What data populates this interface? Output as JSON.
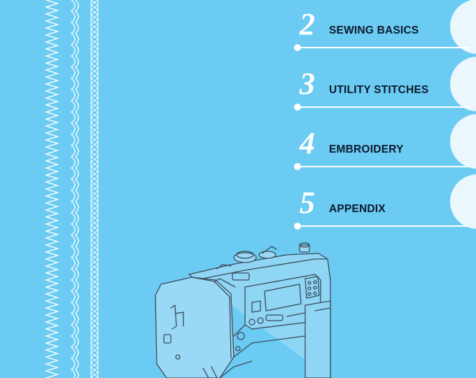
{
  "chapters": [
    {
      "number": "2",
      "title": "SEWING BASICS"
    },
    {
      "number": "3",
      "title": "UTILITY STITCHES"
    },
    {
      "number": "4",
      "title": "EMBROIDERY"
    },
    {
      "number": "5",
      "title": "APPENDIX"
    }
  ],
  "colors": {
    "background": "#6ccbf2",
    "tab": "#eaf8fe",
    "line": "#ffffff",
    "title": "#0b1a2e"
  },
  "decorations": {
    "stitch_patterns": [
      "zigzag-stitch",
      "scallop-stitch",
      "cross-stitch"
    ],
    "illustration": "sewing-machine-illustration"
  }
}
